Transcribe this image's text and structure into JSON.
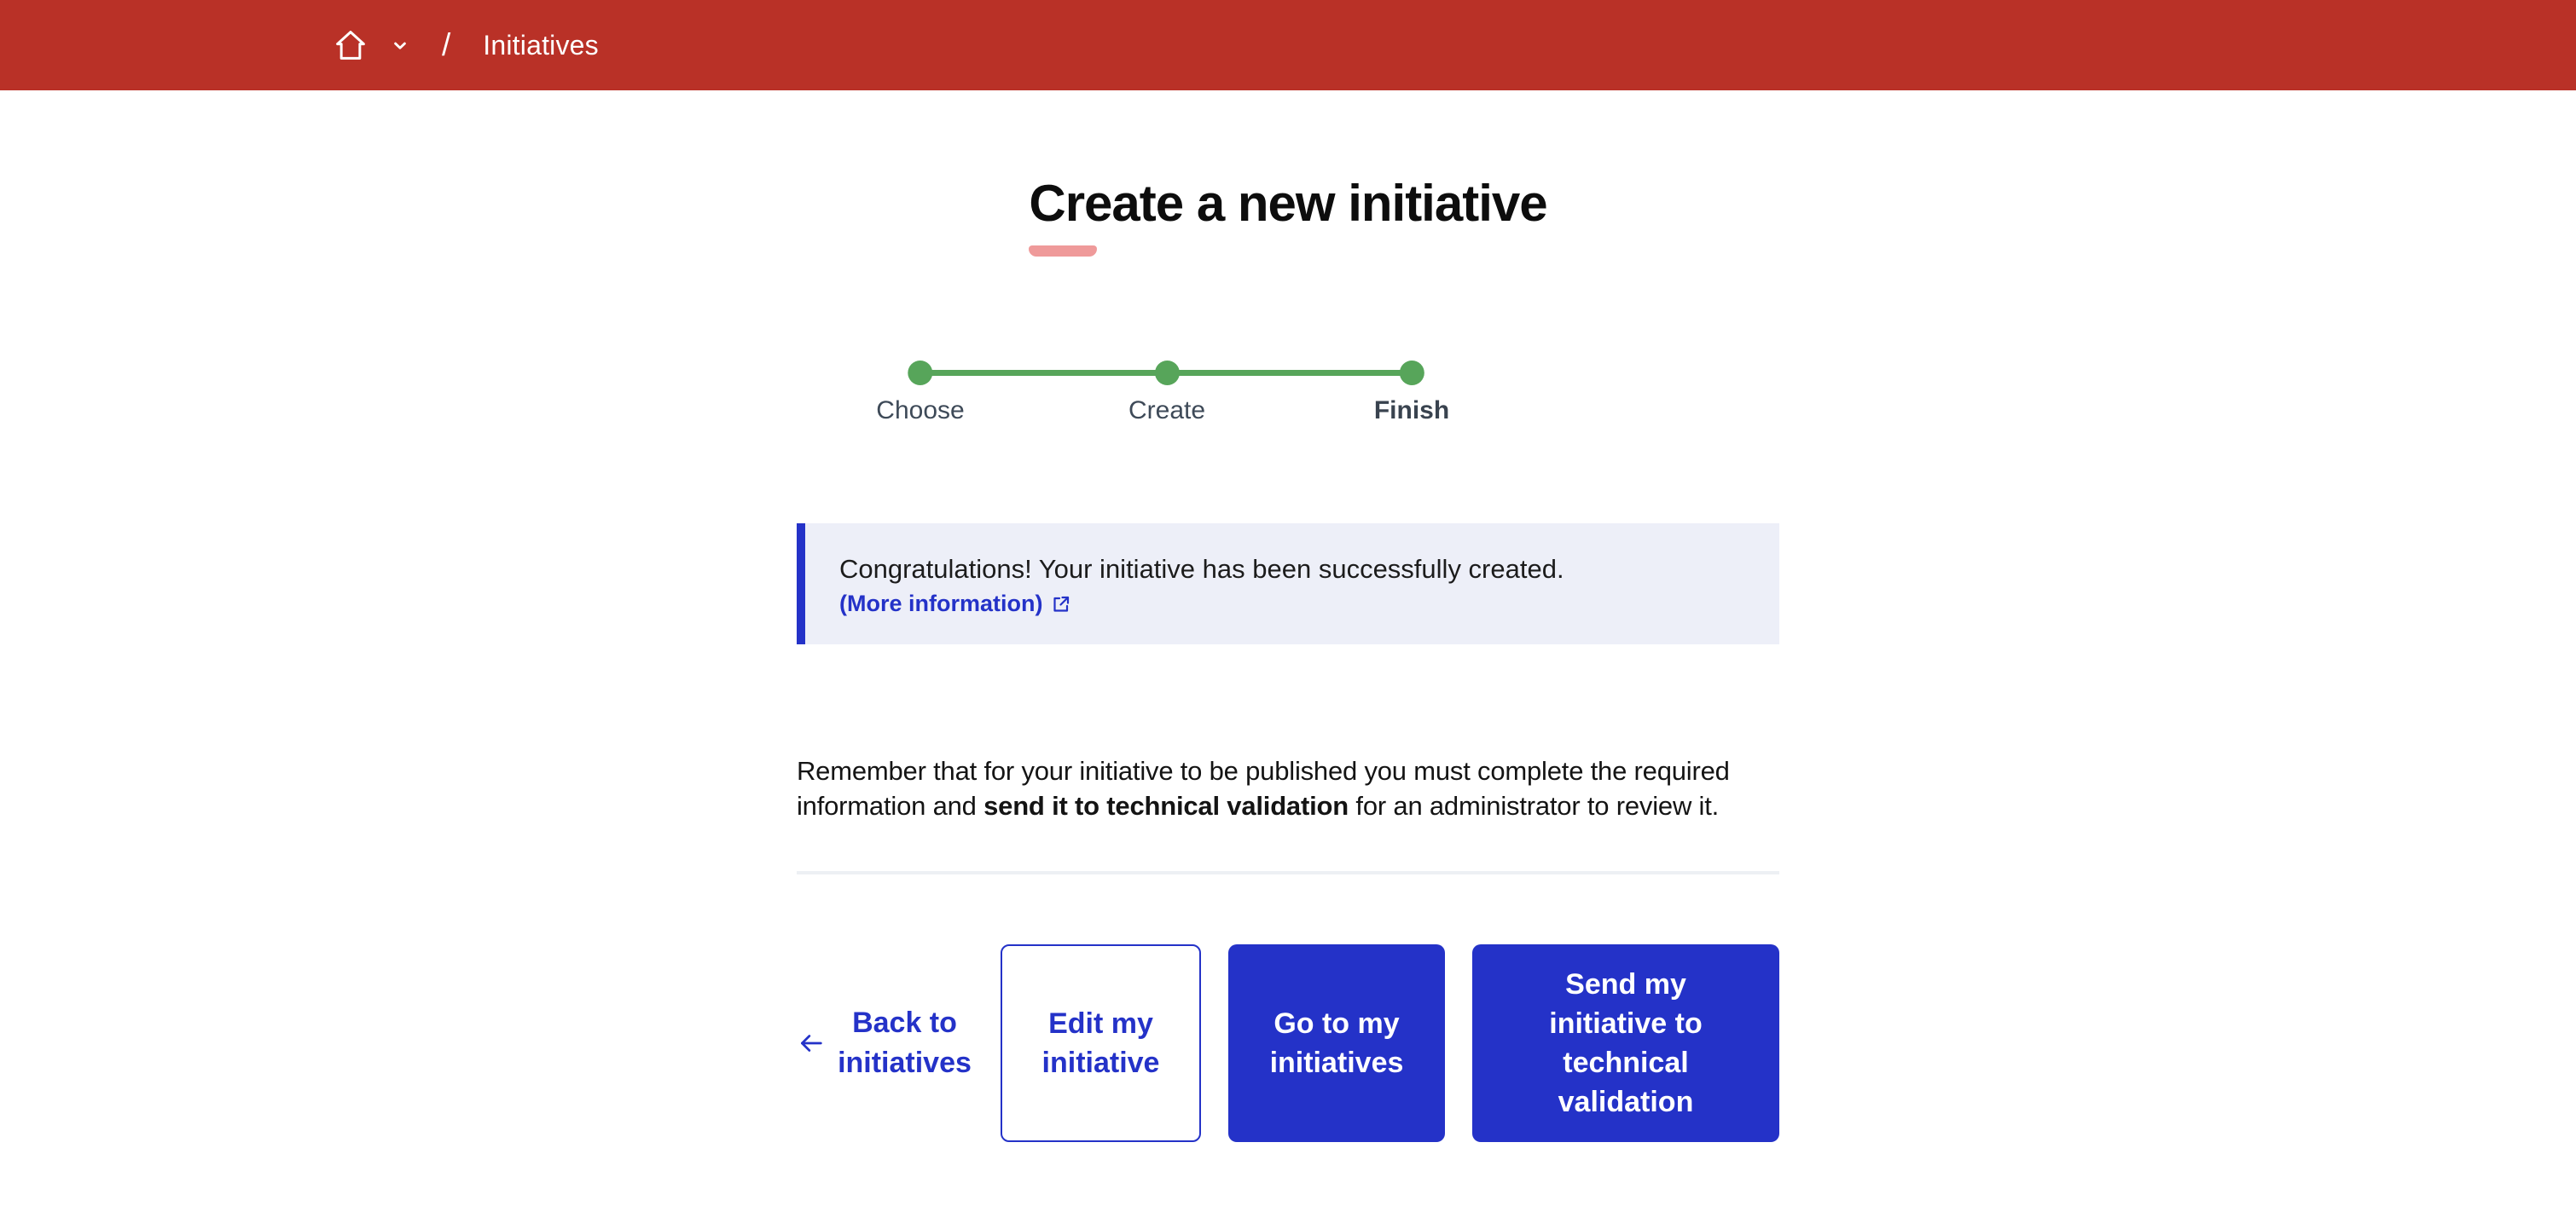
{
  "colors": {
    "header_background": "#b93127",
    "accent_blue": "#2432c8",
    "step_green": "#57a55a",
    "title_underline_pink": "#ef9a9a",
    "notice_background": "#edeff8",
    "step_label_color": "#3e4a58",
    "divider_gray": "#edf0f4"
  },
  "icons": {
    "home": "home-icon",
    "dropdown": "chevron-down-icon",
    "external": "external-link-icon",
    "back_arrow": "arrow-left-icon"
  },
  "header": {
    "separator": "/",
    "breadcrumb_current": "Initiatives"
  },
  "page": {
    "title": "Create a new initiative"
  },
  "stepper": {
    "steps": [
      {
        "label": "Choose"
      },
      {
        "label": "Create"
      },
      {
        "label": "Finish"
      }
    ],
    "current_step": "Finish"
  },
  "notice": {
    "message": "Congratulations! Your initiative has been successfully created.",
    "link_label": "(More information)"
  },
  "reminder": {
    "before": "Remember that for your initiative to be published you must complete the required information and ",
    "bold": "send it to technical validation",
    "after": " for an administrator to review it."
  },
  "actions": {
    "back_label": "Back to initiatives",
    "buttons": [
      {
        "label": "Edit my initiative"
      },
      {
        "label": "Go to my initiatives"
      },
      {
        "label": "Send my initiative to technical validation"
      }
    ]
  }
}
